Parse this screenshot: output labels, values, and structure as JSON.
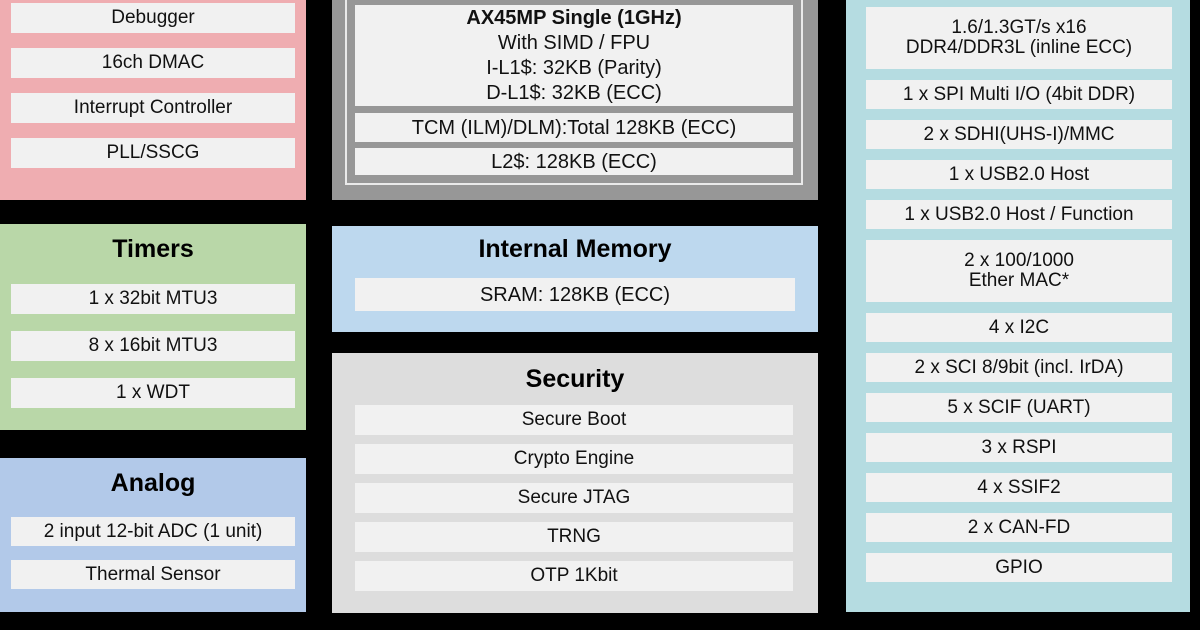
{
  "colors": {
    "background": "#000000",
    "system_pink": "#efadb1",
    "timers_green": "#b9d7a8",
    "analog_blue": "#b2c9e9",
    "cpu_gray": "#979797",
    "memory_blue": "#bdd8ee",
    "security_gray": "#dddddd",
    "peripherals_teal": "#b5dce1",
    "item_fill": "#f1f1f1",
    "text": "#111111"
  },
  "blocks": {
    "system": {
      "items": [
        "Debugger",
        "16ch DMAC",
        "Interrupt Controller",
        "PLL/SSCG"
      ]
    },
    "timers": {
      "title": "Timers",
      "items": [
        "1 x 32bit MTU3",
        "8 x 16bit MTU3",
        "1 x WDT"
      ]
    },
    "analog": {
      "title": "Analog",
      "items": [
        "2 input 12-bit ADC (1 unit)",
        "Thermal Sensor"
      ]
    },
    "cpu": {
      "core_title": "AX45MP Single (1GHz)",
      "core_details": "With SIMD / FPU\nI-L1$: 32KB (Parity)\nD-L1$: 32KB (ECC)",
      "tcm": "TCM (ILM)/DLM):Total 128KB (ECC)",
      "l2": "L2$: 128KB (ECC)"
    },
    "internal_memory": {
      "title": "Internal Memory",
      "items": [
        "SRAM: 128KB (ECC)"
      ]
    },
    "security": {
      "title": "Security",
      "items": [
        "Secure Boot",
        "Crypto Engine",
        "Secure JTAG",
        "TRNG",
        "OTP 1Kbit"
      ]
    },
    "peripherals": {
      "items": [
        "1.6/1.3GT/s x16\nDDR4/DDR3L (inline ECC)",
        "1 x SPI Multi I/O (4bit DDR)",
        "2 x SDHI(UHS-I)/MMC",
        "1 x USB2.0 Host",
        "1 x USB2.0 Host / Function",
        "2 x 100/1000\nEther MAC*",
        "4 x I2C",
        "2 x SCI 8/9bit (incl. IrDA)",
        "5 x SCIF (UART)",
        "3 x RSPI",
        "4 x SSIF2",
        "2 x CAN-FD",
        "GPIO"
      ]
    }
  }
}
